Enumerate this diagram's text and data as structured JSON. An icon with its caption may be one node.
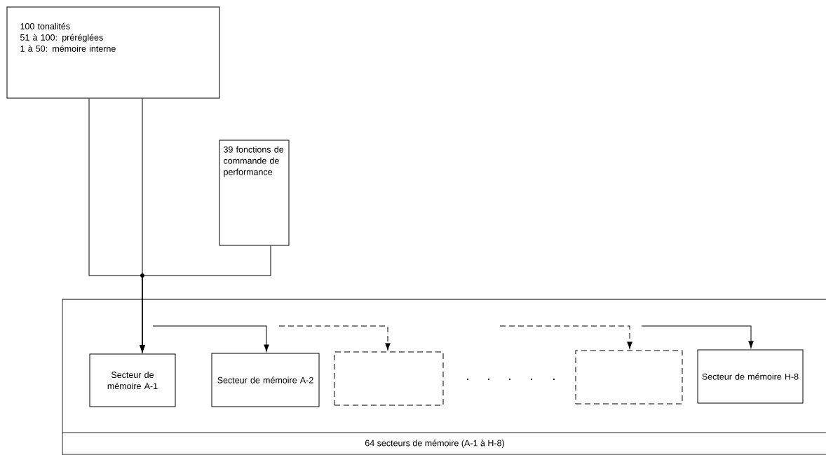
{
  "diagram": {
    "nodes": [
      {
        "text": [
          "100 tonalités",
          "51 à 100: préréglées",
          "1 à  50: mémoire interne"
        ]
      },
      {
        "text": [
          "39 fonctions de commande de performance"
        ]
      },
      {
        "text": [
          "64 secteurs de mémoire (A-1 à H-8)"
        ]
      },
      {
        "text": [
          "Secteur de mémoire A-1"
        ],
        "in": 2
      },
      {
        "text": [
          "Secteur de mémoire A-2"
        ],
        "in": 2
      },
      {
        "text": [],
        "shape": "box",
        "in": 2
      },
      {
        "text": [],
        "shape": "box",
        "in": 2
      },
      {
        "text": [
          "Secteur de mémoire H-8"
        ],
        "in": 2
      }
    ],
    "edges": [
      {
        "from": 0,
        "to": 3,
        "arrow": "to"
      },
      {
        "from": 0,
        "to": 3,
        "arrow": "to"
      },
      {
        "from": 1,
        "to": 3,
        "arrow": "to"
      },
      {
        "from": null,
        "to": 4,
        "arrow": "to"
      },
      {
        "from": null,
        "to": 5,
        "arrow": "to",
        "style": "dashed"
      },
      {
        "from": null,
        "to": 6,
        "arrow": "to",
        "style": "dashed"
      },
      {
        "from": null,
        "to": 7,
        "arrow": "to"
      }
    ]
  }
}
